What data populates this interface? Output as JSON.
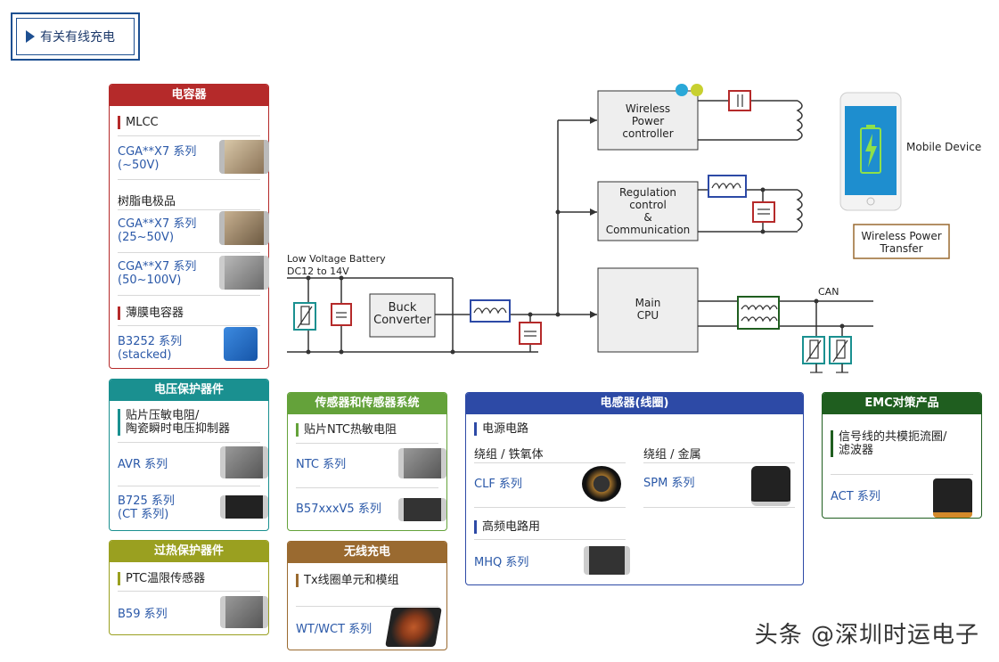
{
  "header": {
    "title": "有关有线充电"
  },
  "cards": {
    "capacitor": {
      "title": "电容器",
      "mlcc": "MLCC",
      "cga1": "CGA**X7 系列",
      "cga1_sub": "(~50V)",
      "resin": "树脂电极品",
      "cga2": "CGA**X7 系列",
      "cga2_sub": "(25~50V)",
      "cga3": "CGA**X7 系列",
      "cga3_sub": "(50~100V)",
      "film": "薄膜电容器",
      "b3252": "B3252 系列",
      "b3252_sub": "(stacked)"
    },
    "voltage": {
      "title": "电压保护器件",
      "sec1": "贴片压敏电阻/",
      "sec1b": "陶瓷瞬时电压抑制器",
      "avr": "AVR 系列",
      "b725": "B725 系列",
      "b725_sub": "(CT 系列)"
    },
    "overheat": {
      "title": "过热保护器件",
      "ptc": "PTC温限传感器",
      "b59": "B59 系列"
    },
    "sensor": {
      "title": "传感器和传感器系统",
      "ntc_sec": "贴片NTC热敏电阻",
      "ntc": "NTC 系列",
      "b57": "B57xxxV5 系列"
    },
    "wireless": {
      "title": "无线充电",
      "tx": "Tx线圈单元和模组",
      "wt": "WT/WCT 系列"
    },
    "inductor": {
      "title": "电感器(线圈)",
      "power": "电源电路",
      "ferrite": "绕组 / 铁氧体",
      "metal": "绕组 / 金属",
      "clf": "CLF 系列",
      "spm": "SPM 系列",
      "hf": "高频电路用",
      "mhq": "MHQ 系列"
    },
    "emc": {
      "title": "EMC对策产品",
      "sec": "信号线的共模扼流圈/",
      "sec2": "滤波器",
      "act": "ACT 系列"
    }
  },
  "diagram": {
    "battery": "Low Voltage Battery",
    "battery2": "DC12 to 14V",
    "buck": "Buck",
    "buck2": "Converter",
    "wpc1": "Wireless",
    "wpc2": "Power",
    "wpc3": "controller",
    "reg1": "Regulation",
    "reg2": "control",
    "reg3": "&",
    "reg4": "Communication",
    "cpu1": "Main",
    "cpu2": "CPU",
    "can": "CAN",
    "mobile": "Mobile Device",
    "wpt1": "Wireless Power",
    "wpt2": "Transfer"
  },
  "watermark": "头条 @深圳时运电子",
  "colors": {
    "capacitor": "#b52a2a",
    "voltage": "#1a9090",
    "overheat": "#9aa020",
    "sensor": "#64a23a",
    "wireless": "#9a6a30",
    "inductor": "#2d4aa6",
    "emc": "#1f5e1f"
  }
}
